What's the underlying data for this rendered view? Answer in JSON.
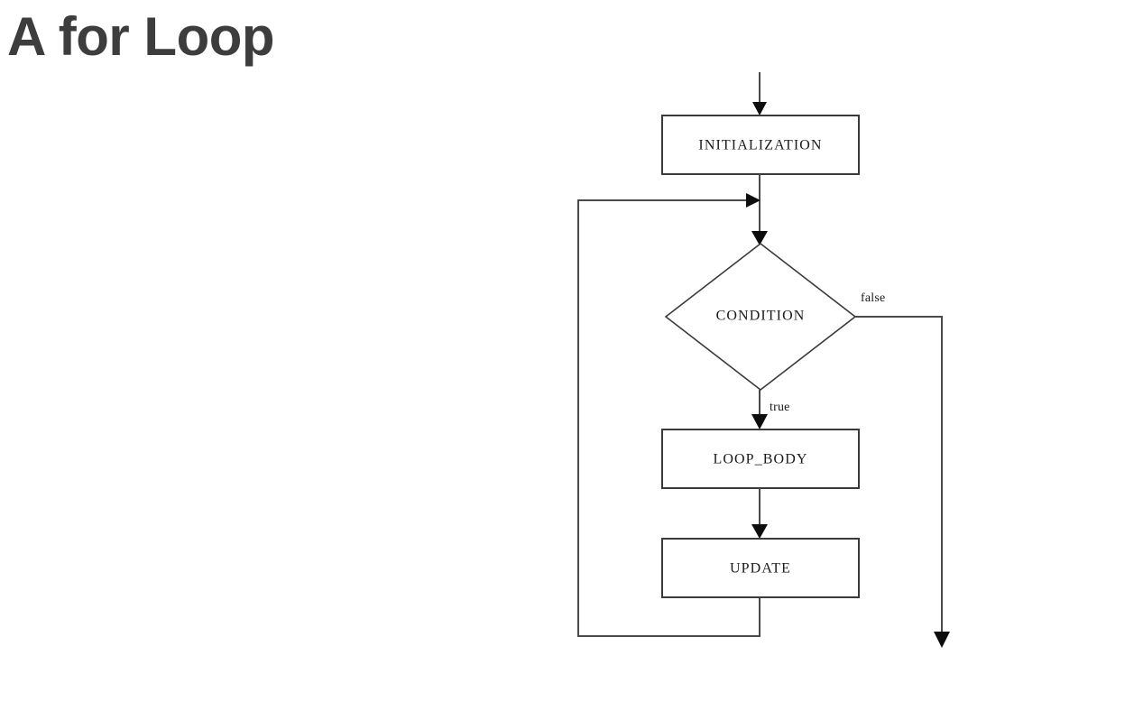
{
  "slide": {
    "title": "A for Loop",
    "background_color": "#ffffff",
    "title_color": "#3d3d3d"
  },
  "flowchart": {
    "type": "flowchart",
    "orientation": "top-to-bottom",
    "line_color": "#4a4a4a",
    "box_fill": "#ffffff",
    "box_stroke": "#3a3a3a",
    "nodes": [
      {
        "id": "initialization",
        "shape": "rectangle",
        "label": "INITIALIZATION"
      },
      {
        "id": "condition",
        "shape": "diamond",
        "label": "CONDITION"
      },
      {
        "id": "loop_body",
        "shape": "rectangle",
        "label": "LOOP_BODY"
      },
      {
        "id": "update",
        "shape": "rectangle",
        "label": "UPDATE"
      }
    ],
    "edges": [
      {
        "from": "start",
        "to": "initialization",
        "label": ""
      },
      {
        "from": "initialization",
        "to": "condition",
        "label": ""
      },
      {
        "from": "condition",
        "to": "loop_body",
        "label": "true"
      },
      {
        "from": "condition",
        "to": "exit",
        "label": "false"
      },
      {
        "from": "loop_body",
        "to": "update",
        "label": ""
      },
      {
        "from": "update",
        "to": "condition",
        "label": ""
      }
    ],
    "edge_labels": {
      "true": "true",
      "false": "false"
    }
  }
}
